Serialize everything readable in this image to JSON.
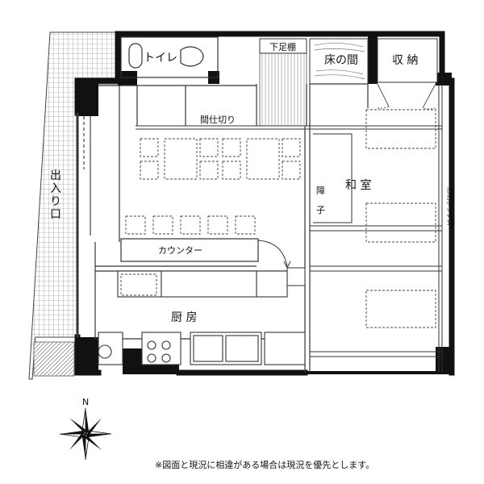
{
  "rooms": {
    "toilet": "トイレ",
    "shimogetadana": "下足棚",
    "tokonoma": "床の間",
    "storage": "収 納",
    "partition": "間仕切り",
    "washitsu": "和 室",
    "shoji_1": "障",
    "shoji_2": "子",
    "entrance_1": "出",
    "entrance_2": "入",
    "entrance_3": "り",
    "entrance_4": "口",
    "lighting_box": "照明ボックス",
    "counter": "カウンター",
    "kitchen": "厨 房"
  },
  "compass": {
    "north": "N"
  },
  "note": "※図面と現況に相違がある場合は現況を優先とします。",
  "colors": {
    "wall": "#111111",
    "line": "#333333",
    "paper": "#ffffff"
  }
}
